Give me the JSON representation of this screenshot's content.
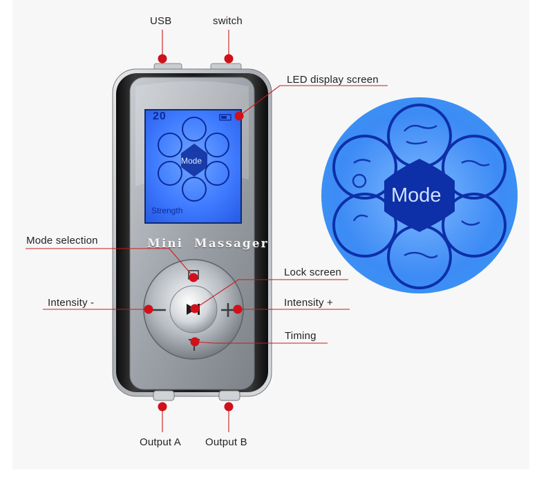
{
  "device": {
    "brand": "Mini  Massager",
    "lcd": {
      "timer_value": "20",
      "mode_label": "Mode",
      "strength_label": "Strength"
    },
    "zoom": {
      "mode_label": "Mode"
    }
  },
  "callouts": {
    "usb": "USB",
    "switch": "switch",
    "led_display": "LED display screen",
    "mode_selection": "Mode selection",
    "lock_screen": "Lock screen",
    "intensity_minus": "Intensity -",
    "intensity_plus": "Intensity +",
    "timing": "Timing",
    "output_a": "Output A",
    "output_b": "Output B"
  },
  "colors": {
    "marker": "#d0101a",
    "leader": "#c81a1a",
    "lcd_blue": "#2f6fff",
    "lcd_ink": "#0b2a9a",
    "body_dark": "#1b1b1b",
    "body_silver": "#bfc3c8"
  }
}
